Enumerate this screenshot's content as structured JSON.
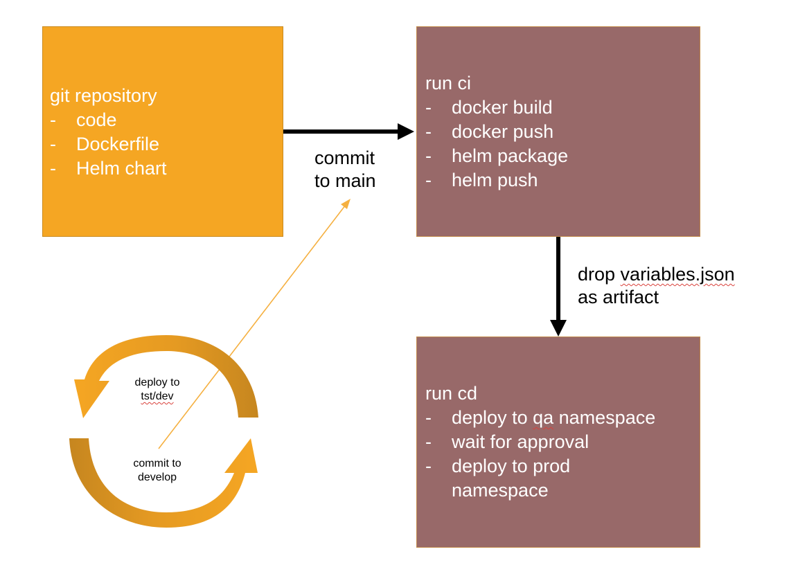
{
  "diagram": {
    "git_box": {
      "title": "git repository",
      "bullet": "-",
      "items": [
        "code",
        "Dockerfile",
        "Helm chart"
      ],
      "color": "#f5a623"
    },
    "ci_box": {
      "title": "run ci",
      "bullet": "-",
      "items": [
        "docker build",
        "docker push",
        "helm package",
        "helm push"
      ],
      "color": "#986969"
    },
    "cd_box": {
      "title": "run cd",
      "bullet": "-",
      "items": {
        "deploy_qa_prefix": "deploy to ",
        "deploy_qa_word": "qa",
        "deploy_qa_suffix": " namespace",
        "wait": "wait for approval",
        "deploy_prod_line1": "deploy to prod",
        "deploy_prod_line2": "namespace"
      },
      "color": "#986969"
    },
    "edges": {
      "commit_to_main": {
        "line1": "commit",
        "line2": "to main"
      },
      "drop_artifact": {
        "prefix": "drop ",
        "file": "variables.json",
        "line2": "as artifact"
      }
    },
    "cycle": {
      "deploy_line1": "deploy to",
      "deploy_line2": "tst/dev",
      "commit_line1": "commit to",
      "commit_line2": "develop",
      "arrow_color": "#f5a623",
      "arrow_shadow_color": "#c98a1f"
    }
  }
}
